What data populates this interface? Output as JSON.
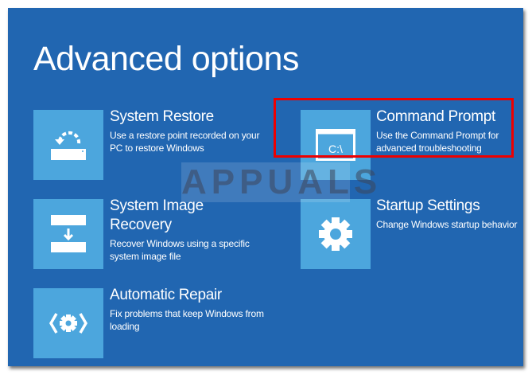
{
  "header": {
    "title": "Advanced options"
  },
  "options": [
    {
      "title": "System Restore",
      "desc_lines": [
        "Use a restore point recorded on your",
        "PC to restore Windows"
      ],
      "icon": "restore-icon"
    },
    {
      "title": "Command Prompt",
      "desc_lines": [
        "Use the Command Prompt for",
        "advanced troubleshooting"
      ],
      "icon": "command-prompt-icon",
      "icon_text": "C:\\"
    },
    {
      "title_lines": [
        "System Image",
        "Recovery"
      ],
      "desc_lines": [
        "Recover Windows using a specific",
        "system image file"
      ],
      "icon": "system-image-icon"
    },
    {
      "title": "Startup Settings",
      "desc_lines": [
        "Change Windows startup behavior"
      ],
      "icon": "gear-icon"
    },
    {
      "title": "Automatic Repair",
      "desc_lines": [
        "Fix problems that keep Windows from",
        "loading"
      ],
      "icon": "repair-icon"
    }
  ],
  "watermark": "APPUALS",
  "colors": {
    "background": "#2166b1",
    "tile": "#4ca6dd",
    "highlight": "#ee0000"
  }
}
